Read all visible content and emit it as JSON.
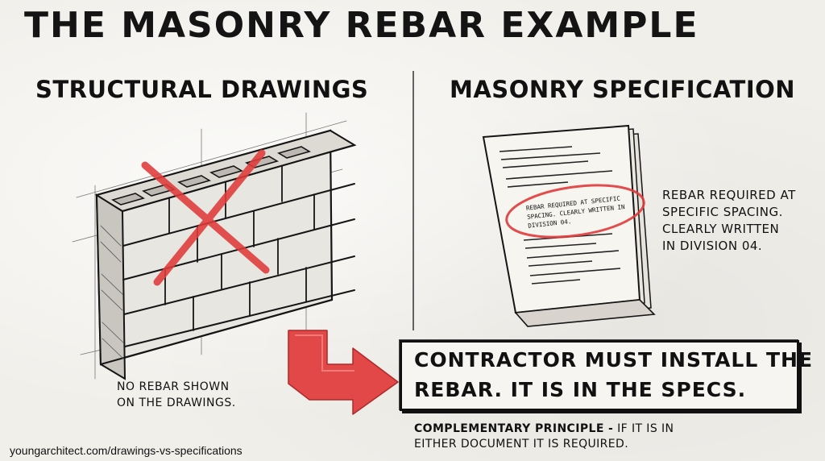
{
  "title": "THE MASONRY REBAR EXAMPLE",
  "left_heading": "STRUCTURAL DRAWINGS",
  "right_heading": "MASONRY SPECIFICATION",
  "drawings_note": {
    "line1": "NO REBAR SHOWN",
    "line2": "ON THE DRAWINGS."
  },
  "spec_note": {
    "line1": "REBAR REQUIRED AT",
    "line2": "SPECIFIC SPACING.",
    "line3": "CLEARLY WRITTEN",
    "line4": "IN DIVISION 04."
  },
  "document_text": {
    "line1": "REBAR REQUIRED AT SPECIFIC",
    "line2": "SPACING. CLEARLY WRITTEN IN",
    "line3": "DIVISION 04."
  },
  "callout": {
    "line1": "CONTRACTOR MUST INSTALL THE",
    "line2": "REBAR.   IT IS IN THE SPECS."
  },
  "principle": {
    "label": "COMPLEMENTARY PRINCIPLE -",
    "text_line1": "IF IT IS IN",
    "text_line2": "EITHER DOCUMENT IT IS REQUIRED."
  },
  "url": "youngarchitect.com/drawings-vs-specifications",
  "colors": {
    "red_mark": "#e03a3a",
    "ink": "#111111",
    "paper": "#f1efea"
  },
  "icons": [
    "masonry-wall-icon",
    "red-x-icon",
    "spec-book-icon",
    "red-circle-icon",
    "red-arrow-icon"
  ]
}
